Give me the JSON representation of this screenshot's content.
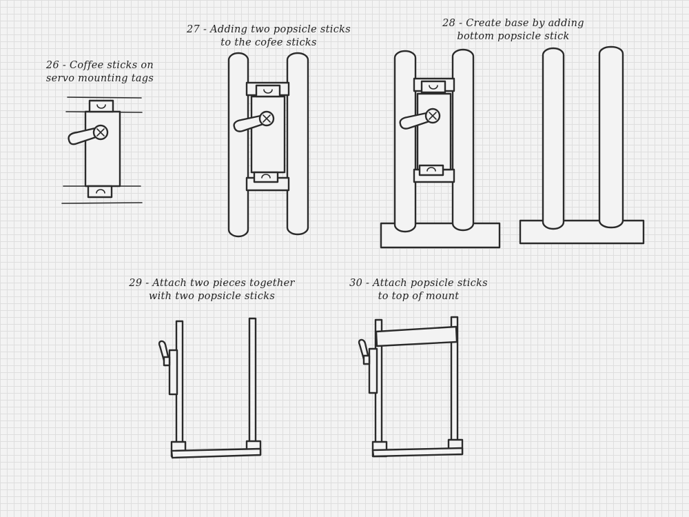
{
  "steps": [
    {
      "line1": "26 - Coffee sticks on",
      "line2": "servo mounting tags"
    },
    {
      "line1": "27 - Adding two popsicle sticks",
      "line2": "to the cofee sticks"
    },
    {
      "line1": "28 - Create base by adding",
      "line2": "bottom popsicle stick"
    },
    {
      "line1": "29 - Attach two pieces together",
      "line2": "with two popsicle sticks"
    },
    {
      "line1": "30 - Attach popsicle sticks",
      "line2": "to top of mount"
    }
  ]
}
